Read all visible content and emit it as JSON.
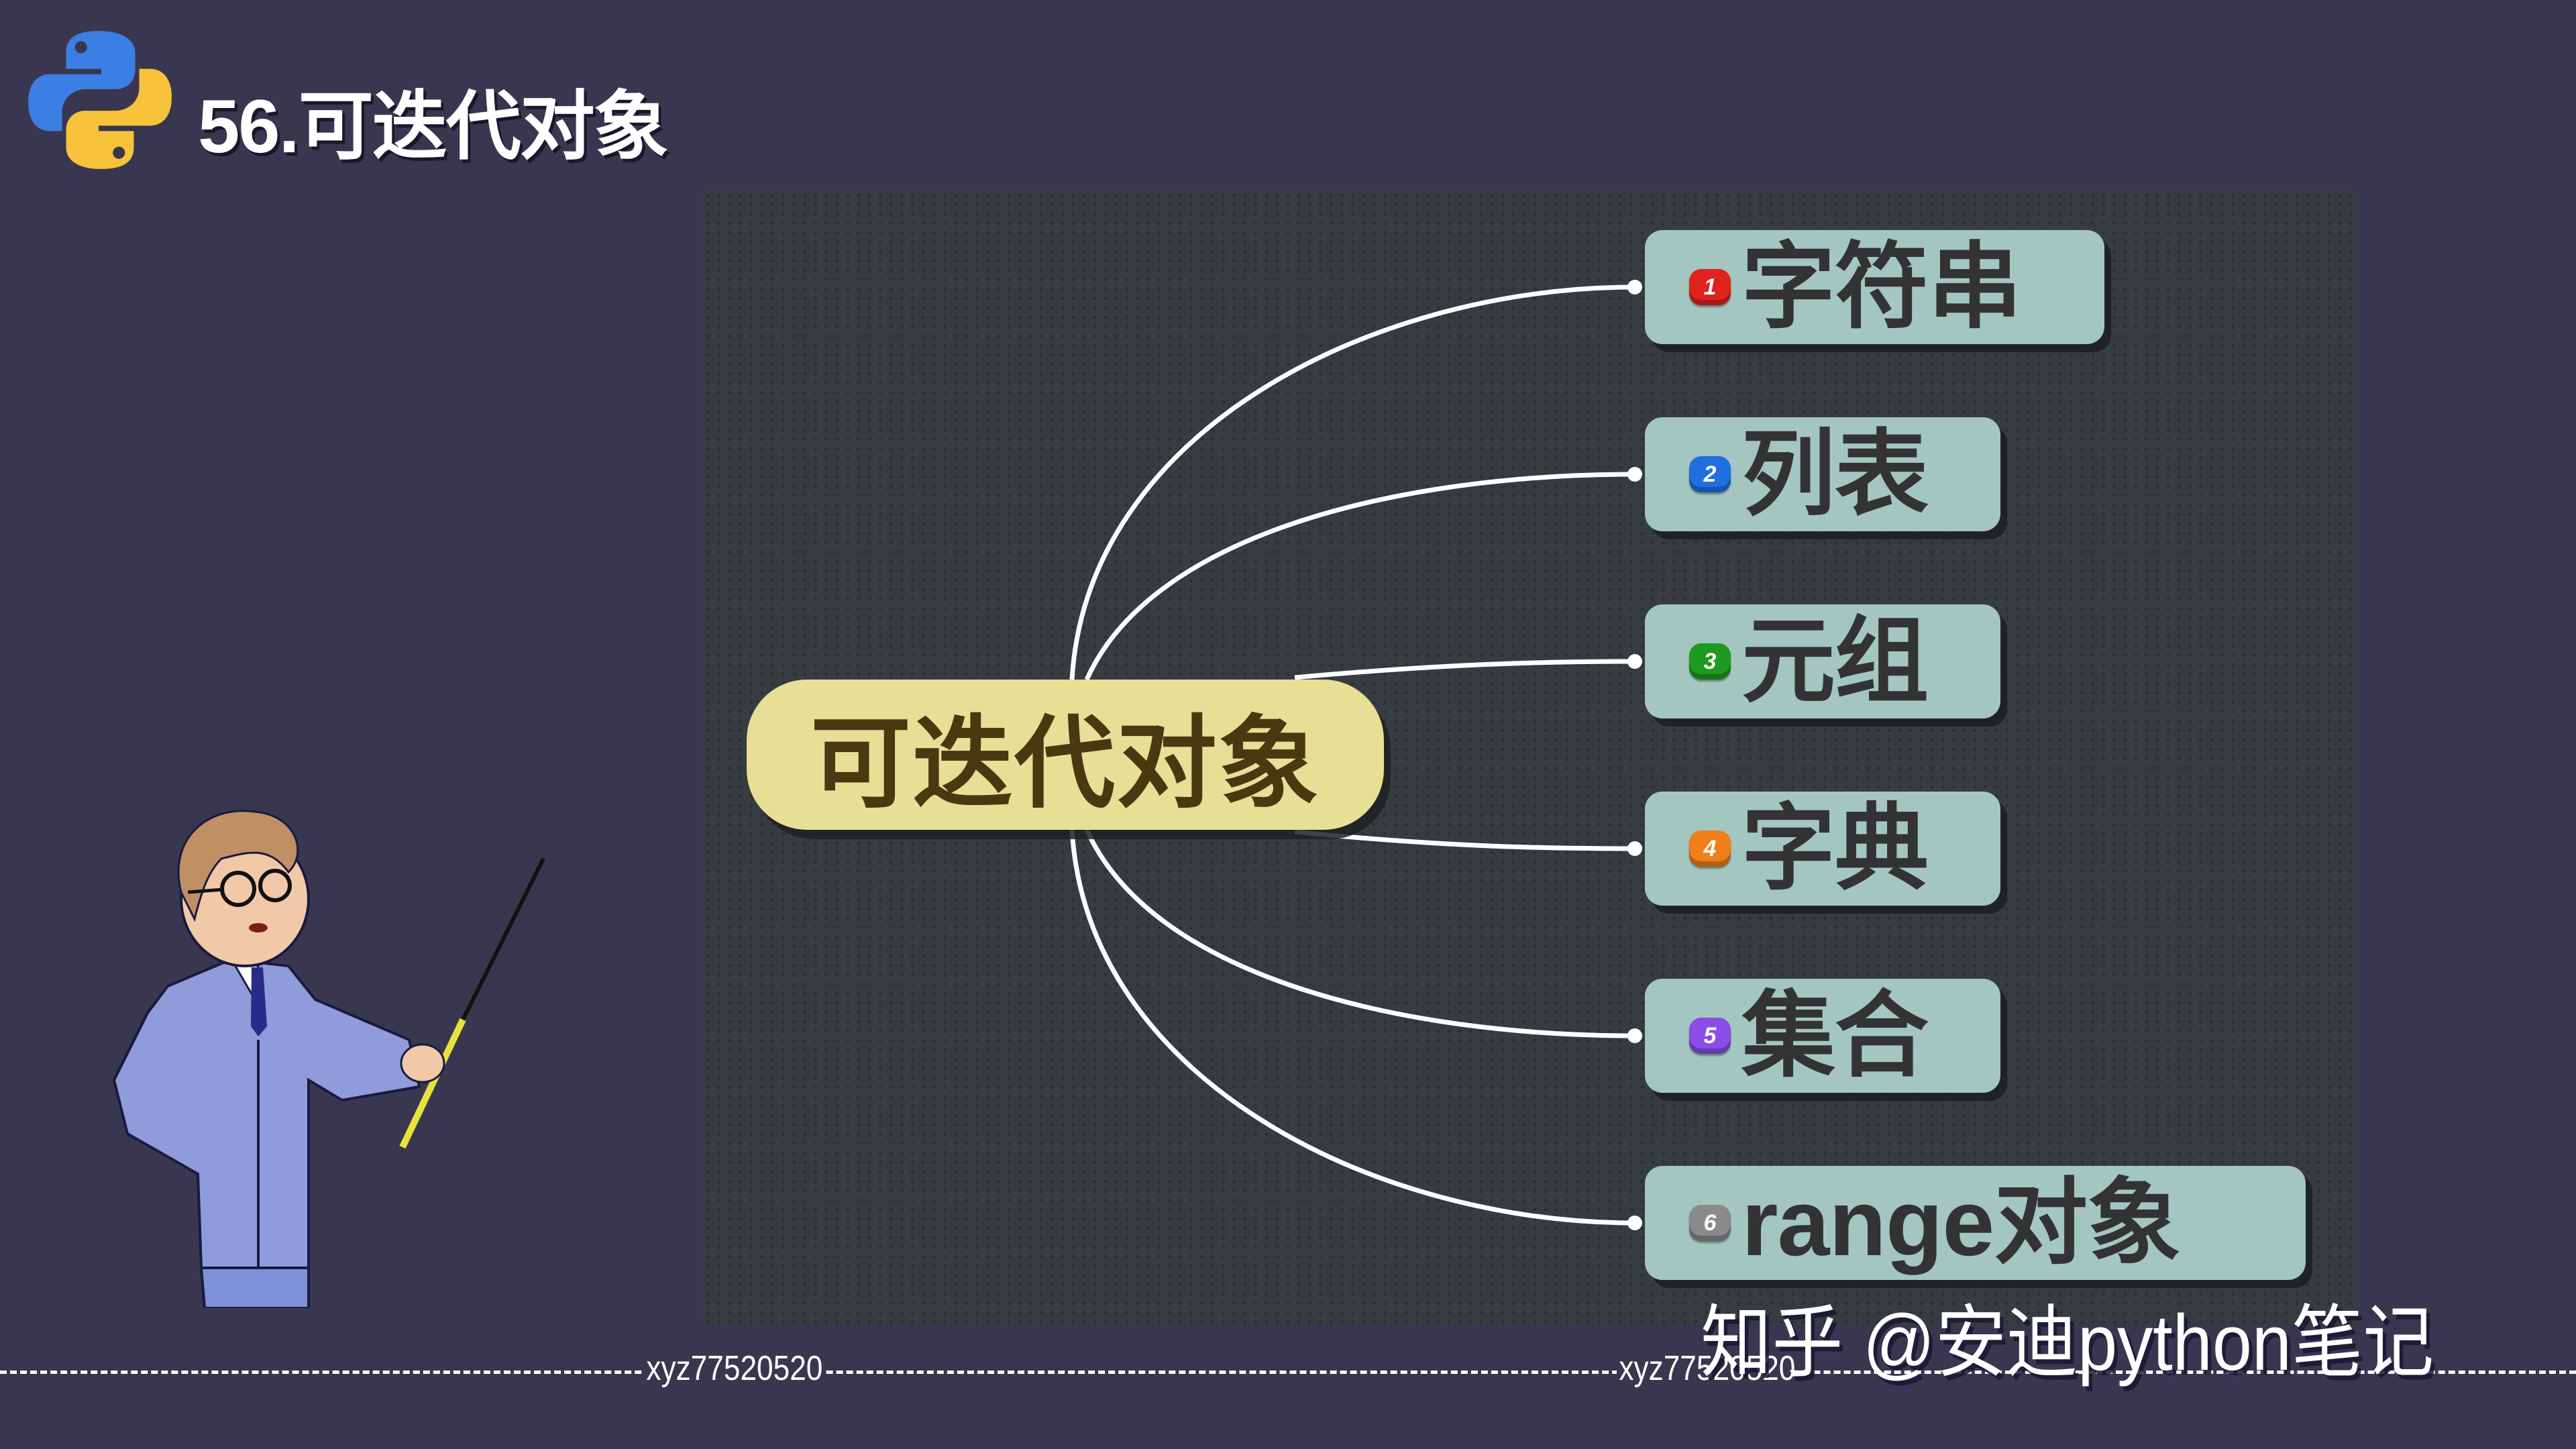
{
  "header": {
    "logo_icon": "python-logo-icon",
    "title": "56.可迭代对象"
  },
  "mindmap": {
    "center": {
      "label": "可迭代对象",
      "fill": "#e8df96",
      "text_color": "#4a3810"
    },
    "node_fill": "#a4c6c1",
    "children": [
      {
        "number": "1",
        "label": "字符串",
        "badge_color": "#e0221c"
      },
      {
        "number": "2",
        "label": "列表",
        "badge_color": "#1f6fe0"
      },
      {
        "number": "3",
        "label": "元组",
        "badge_color": "#1e9a1e"
      },
      {
        "number": "4",
        "label": "字典",
        "badge_color": "#ee7f1a"
      },
      {
        "number": "5",
        "label": "集合",
        "badge_color": "#8a4de8"
      },
      {
        "number": "6",
        "label": "range对象",
        "badge_color": "#8a8a8a"
      }
    ]
  },
  "watermark": {
    "text": "知乎 @安迪python笔记"
  },
  "footer": {
    "id_labels": [
      "xyz77520520",
      "xyz77520520"
    ]
  },
  "colors": {
    "background": "#39374f",
    "panel": "#363c40",
    "connector": "#ffffff"
  }
}
